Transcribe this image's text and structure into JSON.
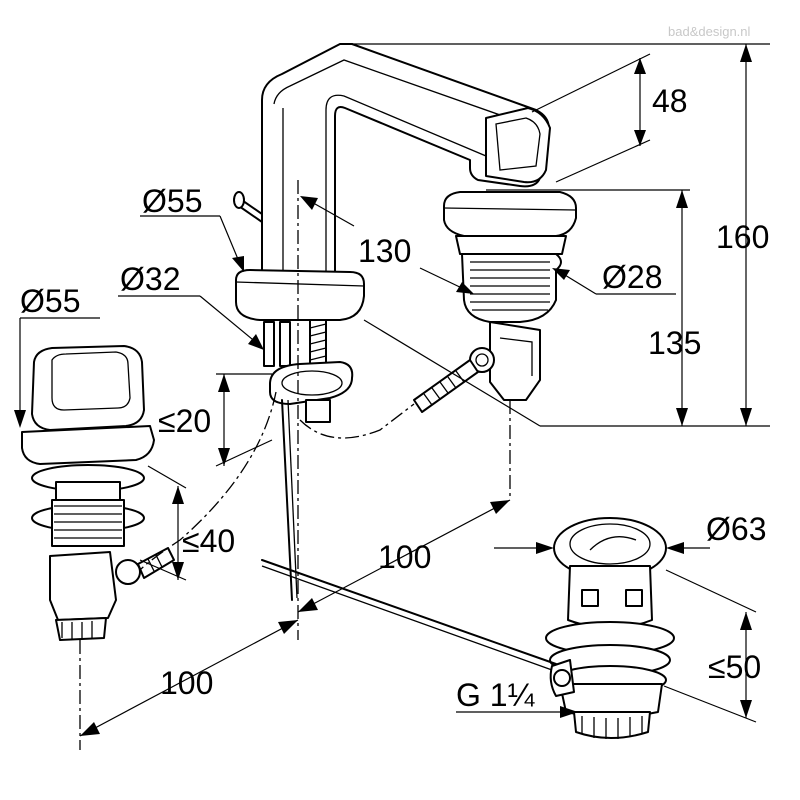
{
  "watermark": "bad&design.nl",
  "dimensions": {
    "d55_top": "Ø55",
    "d32": "Ø32",
    "d55_left": "Ø55",
    "le20": "≤20",
    "le40": "≤40",
    "n130": "130",
    "d28": "Ø28",
    "n48": "48",
    "n160": "160",
    "n135": "135",
    "n100_mid": "100",
    "d63": "Ø63",
    "le50": "≤50",
    "n100_bottom": "100",
    "g114": "G 1¼"
  }
}
